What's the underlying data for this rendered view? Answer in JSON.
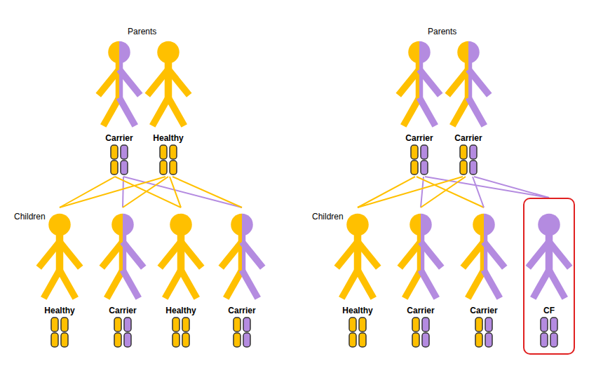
{
  "diagram": {
    "nodes": [
      {
        "text": [
          "Carrier"
        ]
      },
      {
        "text": [
          "Healthy"
        ]
      },
      {
        "text": [
          "Carrier"
        ]
      },
      {
        "text": [
          "Carrier"
        ]
      },
      {
        "text": [
          "Healthy"
        ]
      },
      {
        "text": [
          "Carrier"
        ]
      },
      {
        "text": [
          "Healthy"
        ]
      },
      {
        "text": [
          "Carrier"
        ]
      },
      {
        "text": [
          "Healthy"
        ]
      },
      {
        "text": [
          "Carrier"
        ]
      },
      {
        "text": [
          "Carrier"
        ]
      },
      {
        "text": [
          "CF"
        ]
      }
    ],
    "edges": [
      {
        "from": 0,
        "to": 4,
        "arrow": "none"
      },
      {
        "from": 0,
        "to": 5,
        "arrow": "none"
      },
      {
        "from": 0,
        "to": 6,
        "arrow": "none"
      },
      {
        "from": 0,
        "to": 7,
        "arrow": "none"
      },
      {
        "from": 1,
        "to": 4,
        "arrow": "none"
      },
      {
        "from": 1,
        "to": 5,
        "arrow": "none"
      },
      {
        "from": 1,
        "to": 6,
        "arrow": "none"
      },
      {
        "from": 1,
        "to": 7,
        "arrow": "none"
      },
      {
        "from": 2,
        "to": 8,
        "arrow": "none"
      },
      {
        "from": 2,
        "to": 9,
        "arrow": "none"
      },
      {
        "from": 2,
        "to": 10,
        "arrow": "none"
      },
      {
        "from": 2,
        "to": 11,
        "arrow": "none"
      },
      {
        "from": 3,
        "to": 8,
        "arrow": "none"
      },
      {
        "from": 3,
        "to": 9,
        "arrow": "none"
      },
      {
        "from": 3,
        "to": 10,
        "arrow": "none"
      },
      {
        "from": 3,
        "to": 11,
        "arrow": "none"
      }
    ],
    "labels": [
      "Parents",
      "Children",
      "Parents",
      "Children"
    ]
  }
}
